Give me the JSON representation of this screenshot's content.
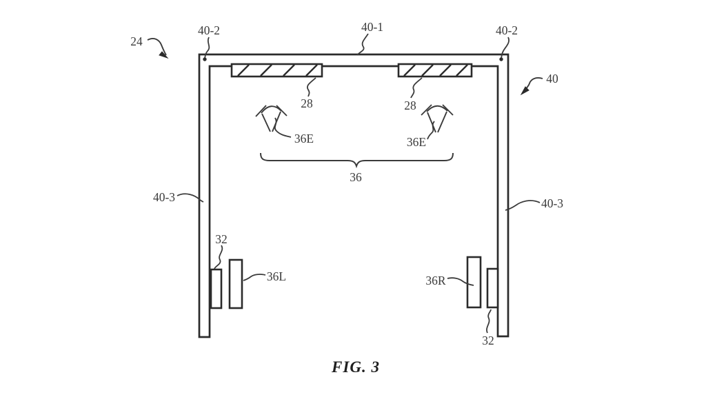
{
  "figure": {
    "caption": "FIG. 3",
    "type": "patent-line-drawing",
    "labels": {
      "ref24": "24",
      "ref40_2_left": "40-2",
      "ref40_1": "40-1",
      "ref40_2_right": "40-2",
      "ref40": "40",
      "ref28_left": "28",
      "ref28_right": "28",
      "ref36E_left": "36E",
      "ref36E_right": "36E",
      "ref36": "36",
      "ref40_3_left": "40-3",
      "ref40_3_right": "40-3",
      "ref32_left": "32",
      "ref36L": "36L",
      "ref36R": "36R",
      "ref32_right": "32"
    },
    "colors": {
      "line": "#2b2b2b",
      "leader": "#3a3a3a",
      "text": "#3b3b3b",
      "background": "#ffffff"
    }
  }
}
